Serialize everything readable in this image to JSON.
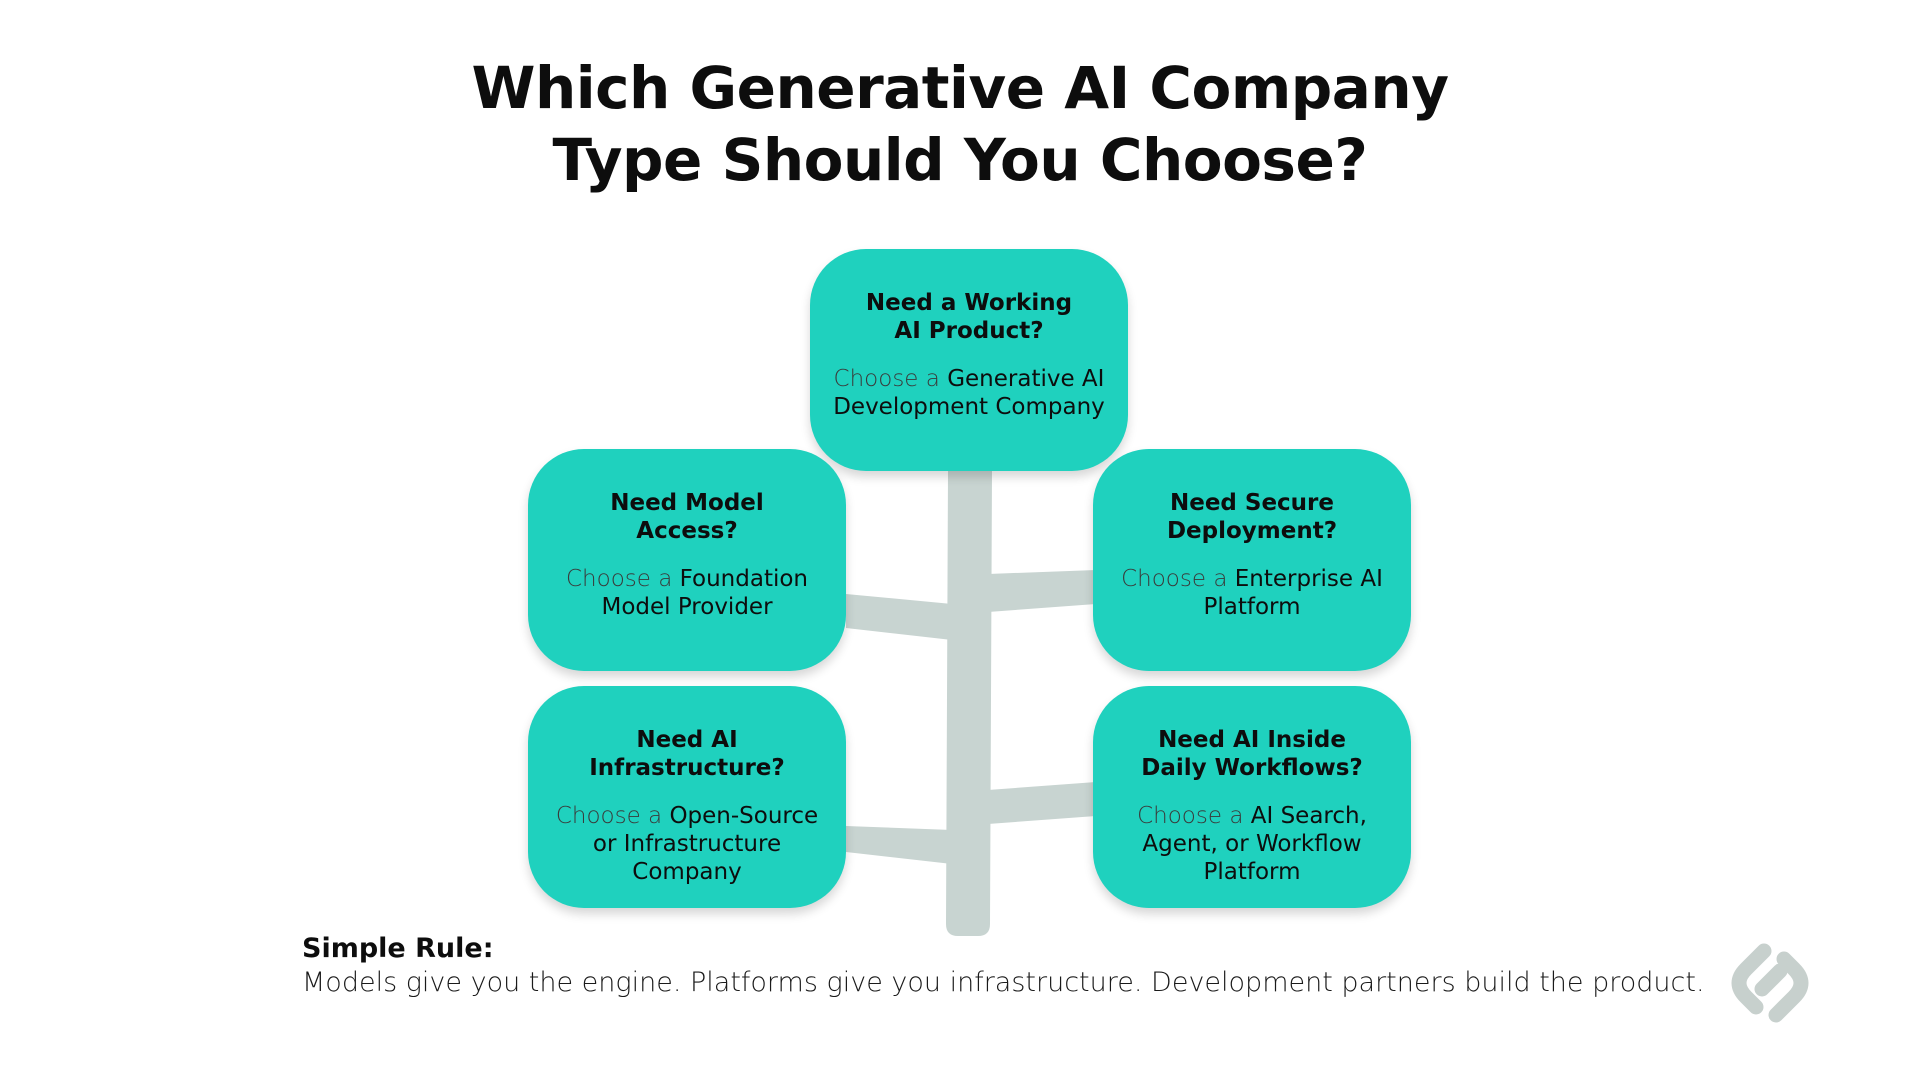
{
  "title": {
    "line1": "Which Generative AI Company",
    "line2": "Type Should You Choose?"
  },
  "cards": {
    "top": {
      "question_line1": "Need a Working",
      "question_line2": "AI Product?",
      "prefix": "Choose a ",
      "answer": "Generative AI Development Company"
    },
    "mid_left": {
      "question_line1": "Need Model",
      "question_line2": "Access?",
      "prefix": "Choose a ",
      "answer": "Foundation Model Provider"
    },
    "mid_right": {
      "question_line1": "Need Secure",
      "question_line2": "Deployment?",
      "prefix": "Choose a ",
      "answer": "Enterprise AI Platform"
    },
    "bottom_left": {
      "question_line1": "Need AI",
      "question_line2": "Infrastructure?",
      "prefix": "Choose a ",
      "answer": "Open-Source or Infrastructure Company"
    },
    "bottom_right": {
      "question_line1": "Need AI Inside",
      "question_line2": "Daily Workflows?",
      "prefix": "Choose a ",
      "answer": "AI Search, Agent, or Workflow Platform"
    }
  },
  "rule": {
    "title": "Simple Rule:",
    "text": "Models give you the engine. Platforms give you infrastructure. Development partners build the product."
  },
  "colors": {
    "card_fill": "#1fd1be",
    "trunk": "#c8d4d1",
    "logo": "#c7d0cd"
  },
  "icons": {
    "logo": "brand-logo-icon"
  }
}
